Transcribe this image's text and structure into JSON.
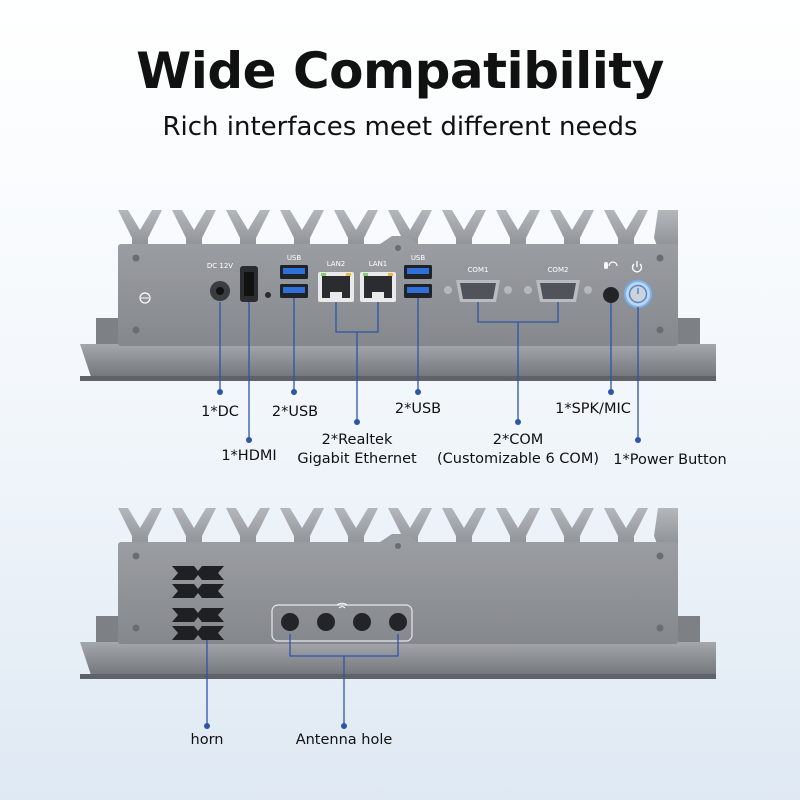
{
  "header": {
    "title": "Wide Compatibility",
    "subtitle": "Rich interfaces meet different needs"
  },
  "front_panel": {
    "port_labels": {
      "dc": "DC 12V",
      "usb_left": "USB",
      "lan2": "LAN2",
      "lan1": "LAN1",
      "usb_right": "USB",
      "com1": "COM1",
      "com2": "COM2"
    },
    "callouts": {
      "dc": "1*DC",
      "hdmi": "1*HDMI",
      "usb_left": "2*USB",
      "ethernet_line1": "2*Realtek",
      "ethernet_line2": "Gigabit Ethernet",
      "usb_right": "2*USB",
      "com_line1": "2*COM",
      "com_line2": "(Customizable 6 COM)",
      "spk_mic": "1*SPK/MIC",
      "power": "1*Power Button"
    }
  },
  "rear_panel": {
    "callouts": {
      "horn": "horn",
      "antenna": "Antenna hole"
    }
  },
  "colors": {
    "chassis": "#8d9095",
    "chassis_dark": "#6e7176",
    "usb_blue": "#2f6fd8",
    "leader_line": "#2d55a8",
    "power_ring": "#6fb6ff"
  }
}
